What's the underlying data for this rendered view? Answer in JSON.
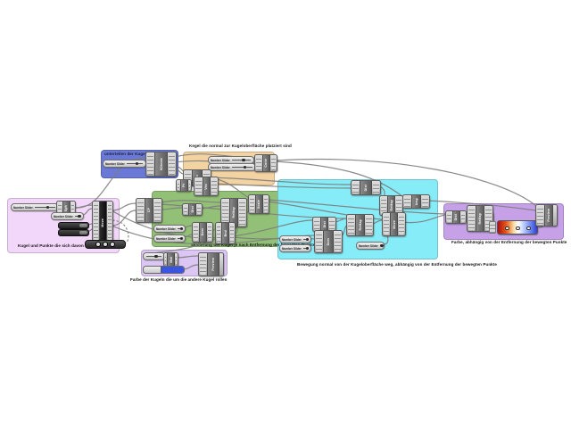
{
  "app": {
    "type": "grasshopper-node-canvas",
    "background": "#ffffff"
  },
  "groups": {
    "subdivide": {
      "label": "unterteilen der Kugel",
      "color": "#6b79d6"
    },
    "cones": {
      "label": "Kegel die normal zur Kugeloberfläche platziert sind",
      "color": "#f4d3a2"
    },
    "sphere_points": {
      "label": "Kugel und Punkte die sich davon bewegen",
      "color": "#f2d7fa"
    },
    "scaling": {
      "label": "Skalierung der Kugel je nach Entfernung der bewegten Punkte",
      "color": "#92c076"
    },
    "movement": {
      "label": "Bewegung normal von der Kugeloberfläche weg, abhängig von der Entfernung der bewegten Punkte",
      "color": "#86ecf8"
    },
    "color_distance": {
      "label": "Farbe, abhängig von der Entfernung der bewegten Punkte",
      "color": "#c7a1e8"
    },
    "rolling_color": {
      "label": "Farbe der Kugeln die um die andere Kugel rollen",
      "color": "#dcc6f4"
    }
  },
  "ui": {
    "slider_label": "Number Slider",
    "wire_color": "#7d7d7d"
  },
  "nodes": {
    "divide_surface": {
      "label": "SDivide"
    },
    "sphere": {
      "label": "Sph"
    },
    "move": {
      "label": "Move"
    },
    "plane_normal": {
      "label": "Pln"
    },
    "cone": {
      "label": "Cone"
    },
    "point": {
      "label": "Pt"
    },
    "vector": {
      "label": "Vec"
    },
    "closest_point": {
      "label": "CP"
    },
    "distance_g": {
      "label": "Dist"
    },
    "remap_g": {
      "label": "ReMap"
    },
    "scale_g": {
      "label": "Scale"
    },
    "domain_g": {
      "label": "Dom"
    },
    "bounds_g": {
      "label": "Bnd"
    },
    "distance_c1": {
      "label": "Dist"
    },
    "remap_c2": {
      "label": "ReMap"
    },
    "amp_c3": {
      "label": "Amp"
    },
    "distance_c4": {
      "label": "Dist"
    },
    "remap_c5": {
      "label": "ReMap"
    },
    "move_c6": {
      "label": "Move"
    },
    "domain_c7": {
      "label": "Dom"
    },
    "distance_p1": {
      "label": "Dist"
    },
    "remap_p2": {
      "label": "ReMap"
    },
    "preview_p3": {
      "label": "Preview"
    },
    "material_b1": {
      "label": "Mat"
    },
    "preview_b2": {
      "label": "Preview"
    }
  },
  "gradient": {
    "colors": [
      "#a80f0f",
      "#e85c1e",
      "#ffffff",
      "#9fb6ff",
      "#2b3fd0"
    ]
  },
  "swatch_color": "#3a55e0"
}
